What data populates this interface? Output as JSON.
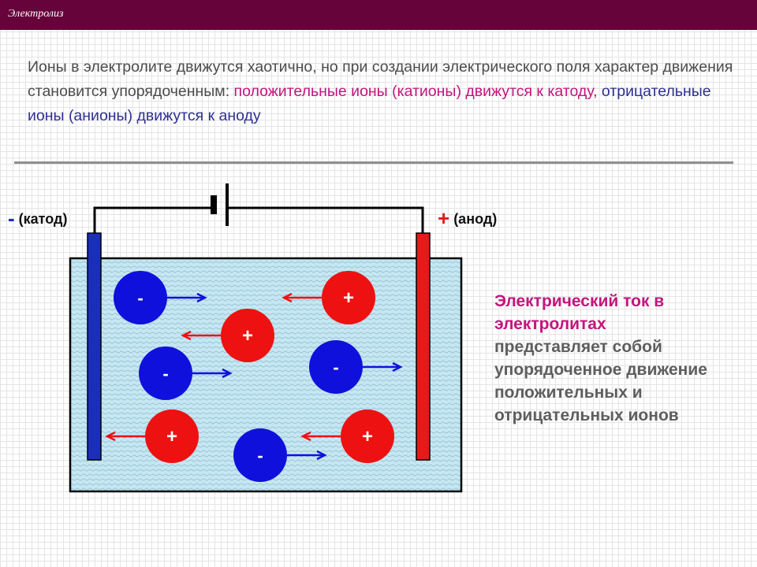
{
  "header": {
    "title": "Электролиз"
  },
  "intro": {
    "plain": "Ионы в электролите движутся хаотично, но при создании электрического поля характер движения становится упорядоченным: ",
    "positive": "положительные ионы (катионы) движутся к катоду, ",
    "negative": "отрицательные ионы (анионы) движутся к аноду"
  },
  "labels": {
    "cathode_sign": "-",
    "cathode_text": " (катод)",
    "anode_sign": "+",
    "anode_text": " (анод)"
  },
  "side_note": {
    "lead": "Электрический ток в электролитах",
    "rest": "представляет собой упорядоченное движение положительных и отрицательных ионов"
  },
  "ions": [
    {
      "charge": "-",
      "direction": "to-anode"
    },
    {
      "charge": "+",
      "direction": "to-cathode"
    },
    {
      "charge": "+",
      "direction": "to-cathode"
    },
    {
      "charge": "-",
      "direction": "to-anode"
    },
    {
      "charge": "-",
      "direction": "to-anode"
    },
    {
      "charge": "+",
      "direction": "to-cathode"
    },
    {
      "charge": "+",
      "direction": "to-cathode"
    },
    {
      "charge": "-",
      "direction": "to-anode"
    }
  ],
  "colors": {
    "header": "#66033a",
    "cation": "#ee1111",
    "anion": "#1010dd",
    "cathode": "#1a2fb8",
    "anode": "#e31b1b",
    "electrolyte": "#c4e7f2",
    "highlight": "#c4157c",
    "accent_blue": "#2e3192"
  }
}
